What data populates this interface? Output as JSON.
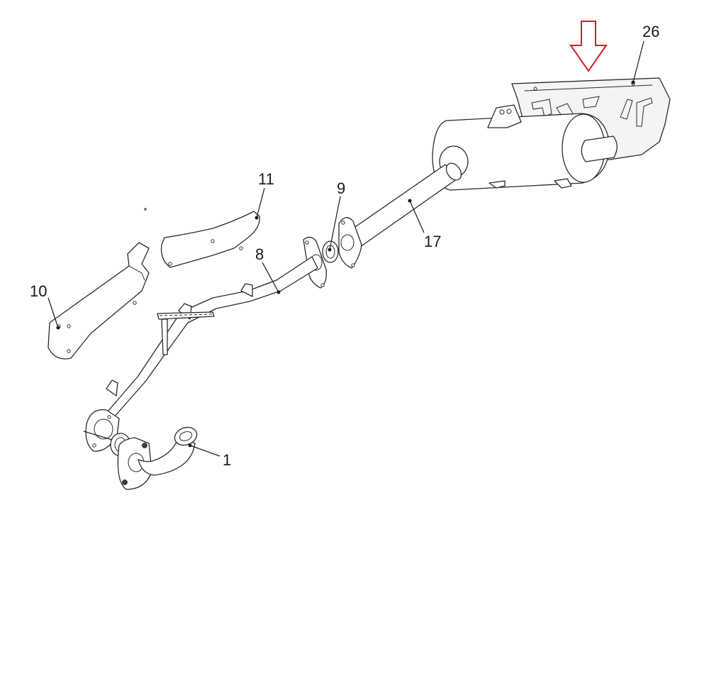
{
  "diagram": {
    "callouts": [
      {
        "id": "1",
        "label": "1"
      },
      {
        "id": "8",
        "label": "8"
      },
      {
        "id": "9",
        "label": "9"
      },
      {
        "id": "10",
        "label": "10"
      },
      {
        "id": "11",
        "label": "11"
      },
      {
        "id": "17",
        "label": "17"
      },
      {
        "id": "26",
        "label": "26"
      }
    ],
    "indicator": {
      "icon": "down-arrow-icon",
      "color": "#d0202a",
      "target": "26"
    },
    "line_color": "#2a2a2a"
  }
}
